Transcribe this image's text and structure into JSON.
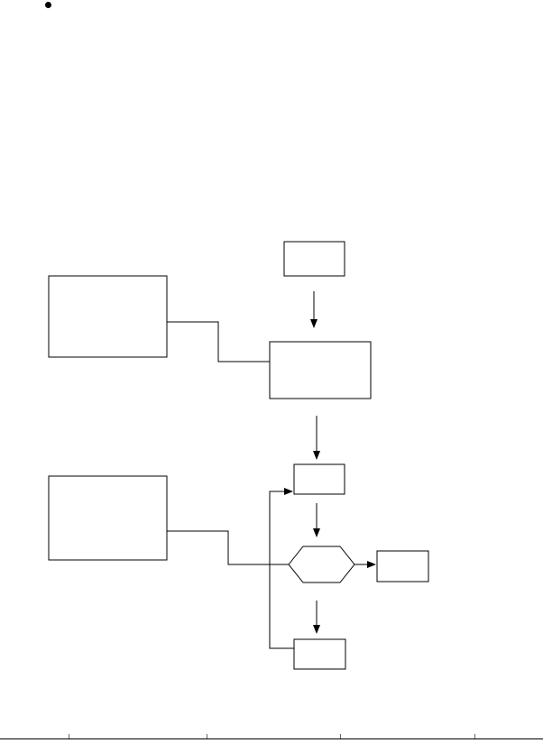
{
  "diagram": {
    "nodes": [
      {
        "id": "box-top",
        "shape": "rect",
        "text": ""
      },
      {
        "id": "box-left-upper",
        "shape": "rect",
        "text": ""
      },
      {
        "id": "box-middle",
        "shape": "rect",
        "text": ""
      },
      {
        "id": "box-small",
        "shape": "rect",
        "text": ""
      },
      {
        "id": "box-left-lower",
        "shape": "rect",
        "text": ""
      },
      {
        "id": "decision-hexagon",
        "shape": "hexagon",
        "text": ""
      },
      {
        "id": "box-right",
        "shape": "rect",
        "text": ""
      },
      {
        "id": "box-bottom",
        "shape": "rect",
        "text": ""
      }
    ],
    "stroke_color": "#000000",
    "background_color": "#ffffff"
  }
}
